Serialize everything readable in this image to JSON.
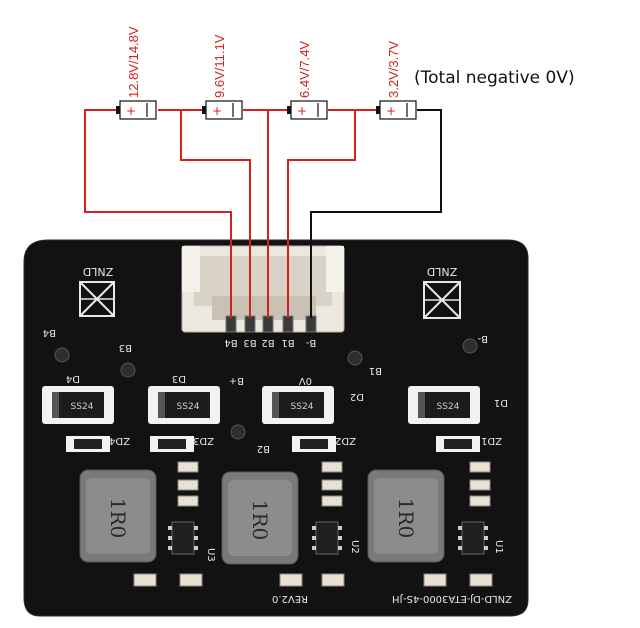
{
  "cells": [
    {
      "voltage_label": "12.8V/14.8V"
    },
    {
      "voltage_label": "9.6V/11.1V"
    },
    {
      "voltage_label": "6.4V/7.4V"
    },
    {
      "voltage_label": "3.2V/3.7V"
    }
  ],
  "cell_polarity": {
    "plus": "+",
    "minus": "-"
  },
  "note": "(Total negative  0V)",
  "wire_colors": {
    "positive": "#d42020",
    "negative": "#111111"
  },
  "board": {
    "color": "#111111",
    "logo_text": "ZNLD",
    "connector_pins": [
      "B4",
      "B3",
      "B2",
      "B1",
      "B-"
    ],
    "silk": {
      "b4": "B4",
      "b3": "B3",
      "b1": "B1",
      "b2": "B2",
      "bminus": "B-",
      "bplus": "B+",
      "zero_v": "0V",
      "d1": "D1",
      "d2": "D2",
      "d3": "D3",
      "d4": "D4",
      "zd1": "ZD1",
      "zd2": "ZD2",
      "zd3": "ZD3",
      "zd4": "ZD4",
      "u1": "U1",
      "u2": "U2",
      "u3": "U3",
      "model": "ZNLD-DJ-ETA3000-4S-JH",
      "rev": "REV2.0"
    },
    "diode_text": "SS24",
    "inductor_text": "1R0"
  }
}
